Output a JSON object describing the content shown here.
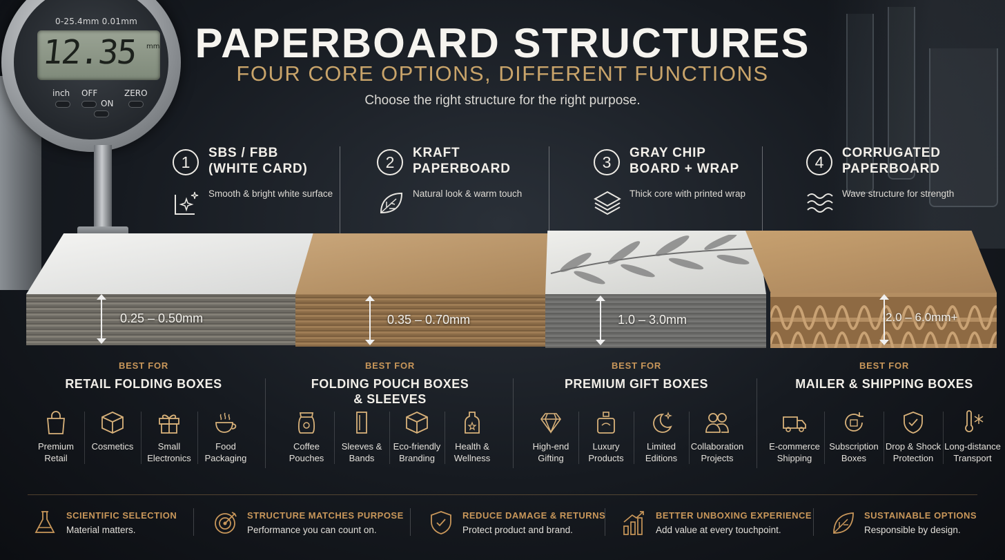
{
  "header": {
    "title": "PAPERBOARD STRUCTURES",
    "subtitle": "FOUR CORE OPTIONS, DIFFERENT FUNCTIONS",
    "tagline": "Choose the right structure for the right purpose."
  },
  "gauge": {
    "range": "0-25.4mm  0.01mm",
    "reading": "12.35",
    "unit": "mm",
    "buttons": {
      "inch": "inch",
      "off": "OFF",
      "on": "ON",
      "zero": "ZERO"
    }
  },
  "options": [
    {
      "num": "1",
      "name_line1": "SBS / FBB",
      "name_line2": "(WHITE CARD)",
      "icon": "sparkle-icon",
      "desc": "Smooth & bright white surface",
      "thickness": "0.25 – 0.50mm",
      "best_for_label": "BEST FOR",
      "best_for_line1": "RETAIL FOLDING BOXES",
      "best_for_line2": "",
      "uses": [
        {
          "icon": "shopping-bag-icon",
          "l1": "Premium",
          "l2": "Retail"
        },
        {
          "icon": "box-icon",
          "l1": "Cosmetics",
          "l2": ""
        },
        {
          "icon": "gift-icon",
          "l1": "Small",
          "l2": "Electronics"
        },
        {
          "icon": "coffee-cup-icon",
          "l1": "Food",
          "l2": "Packaging"
        }
      ]
    },
    {
      "num": "2",
      "name_line1": "KRAFT",
      "name_line2": "PAPERBOARD",
      "icon": "leaf-icon",
      "desc": "Natural look & warm touch",
      "thickness": "0.35 – 0.70mm",
      "best_for_label": "BEST FOR",
      "best_for_line1": "FOLDING POUCH BOXES",
      "best_for_line2": "& SLEEVES",
      "uses": [
        {
          "icon": "pouch-icon",
          "l1": "Coffee",
          "l2": "Pouches"
        },
        {
          "icon": "sleeve-icon",
          "l1": "Sleeves &",
          "l2": "Bands"
        },
        {
          "icon": "eco-box-icon",
          "l1": "Eco-friendly",
          "l2": "Branding"
        },
        {
          "icon": "bottle-icon",
          "l1": "Health &",
          "l2": "Wellness"
        }
      ]
    },
    {
      "num": "3",
      "name_line1": "GRAY CHIP",
      "name_line2": "BOARD + WRAP",
      "icon": "layers-icon",
      "desc": "Thick core with printed wrap",
      "thickness": "1.0 – 3.0mm",
      "best_for_label": "BEST FOR",
      "best_for_line1": "PREMIUM GIFT BOXES",
      "best_for_line2": "",
      "uses": [
        {
          "icon": "diamond-icon",
          "l1": "High-end",
          "l2": "Gifting"
        },
        {
          "icon": "perfume-icon",
          "l1": "Luxury",
          "l2": "Products"
        },
        {
          "icon": "moon-star-icon",
          "l1": "Limited",
          "l2": "Editions"
        },
        {
          "icon": "people-icon",
          "l1": "Collaboration",
          "l2": "Projects"
        }
      ]
    },
    {
      "num": "4",
      "name_line1": "CORRUGATED",
      "name_line2": "PAPERBOARD",
      "icon": "wave-icon",
      "desc": "Wave structure for strength",
      "thickness": "2.0 – 6.0mm+",
      "best_for_label": "BEST FOR",
      "best_for_line1": "MAILER & SHIPPING BOXES",
      "best_for_line2": "",
      "uses": [
        {
          "icon": "truck-icon",
          "l1": "E-commerce",
          "l2": "Shipping"
        },
        {
          "icon": "refresh-box-icon",
          "l1": "Subscription",
          "l2": "Boxes"
        },
        {
          "icon": "shield-check-icon",
          "l1": "Drop & Shock",
          "l2": "Protection"
        },
        {
          "icon": "thermometer-snow-icon",
          "l1": "Long-distance",
          "l2": "Transport"
        }
      ]
    }
  ],
  "features": [
    {
      "icon": "flask-icon",
      "title": "SCIENTIFIC SELECTION",
      "desc": "Material matters."
    },
    {
      "icon": "target-icon",
      "title": "STRUCTURE MATCHES PURPOSE",
      "desc": "Performance you can count on."
    },
    {
      "icon": "shield-check-icon",
      "title": "REDUCE DAMAGE & RETURNS",
      "desc": "Protect product and brand."
    },
    {
      "icon": "bar-chart-icon",
      "title": "BETTER UNBOXING EXPERIENCE",
      "desc": "Add value at every touchpoint."
    },
    {
      "icon": "leaf-icon",
      "title": "SUSTAINABLE OPTIONS",
      "desc": "Responsible by design."
    }
  ],
  "colors": {
    "accent_gold": "#c9975a",
    "subtitle_gold": "#c9a46a",
    "text_light": "#f2efe9",
    "background": "#161a20"
  }
}
